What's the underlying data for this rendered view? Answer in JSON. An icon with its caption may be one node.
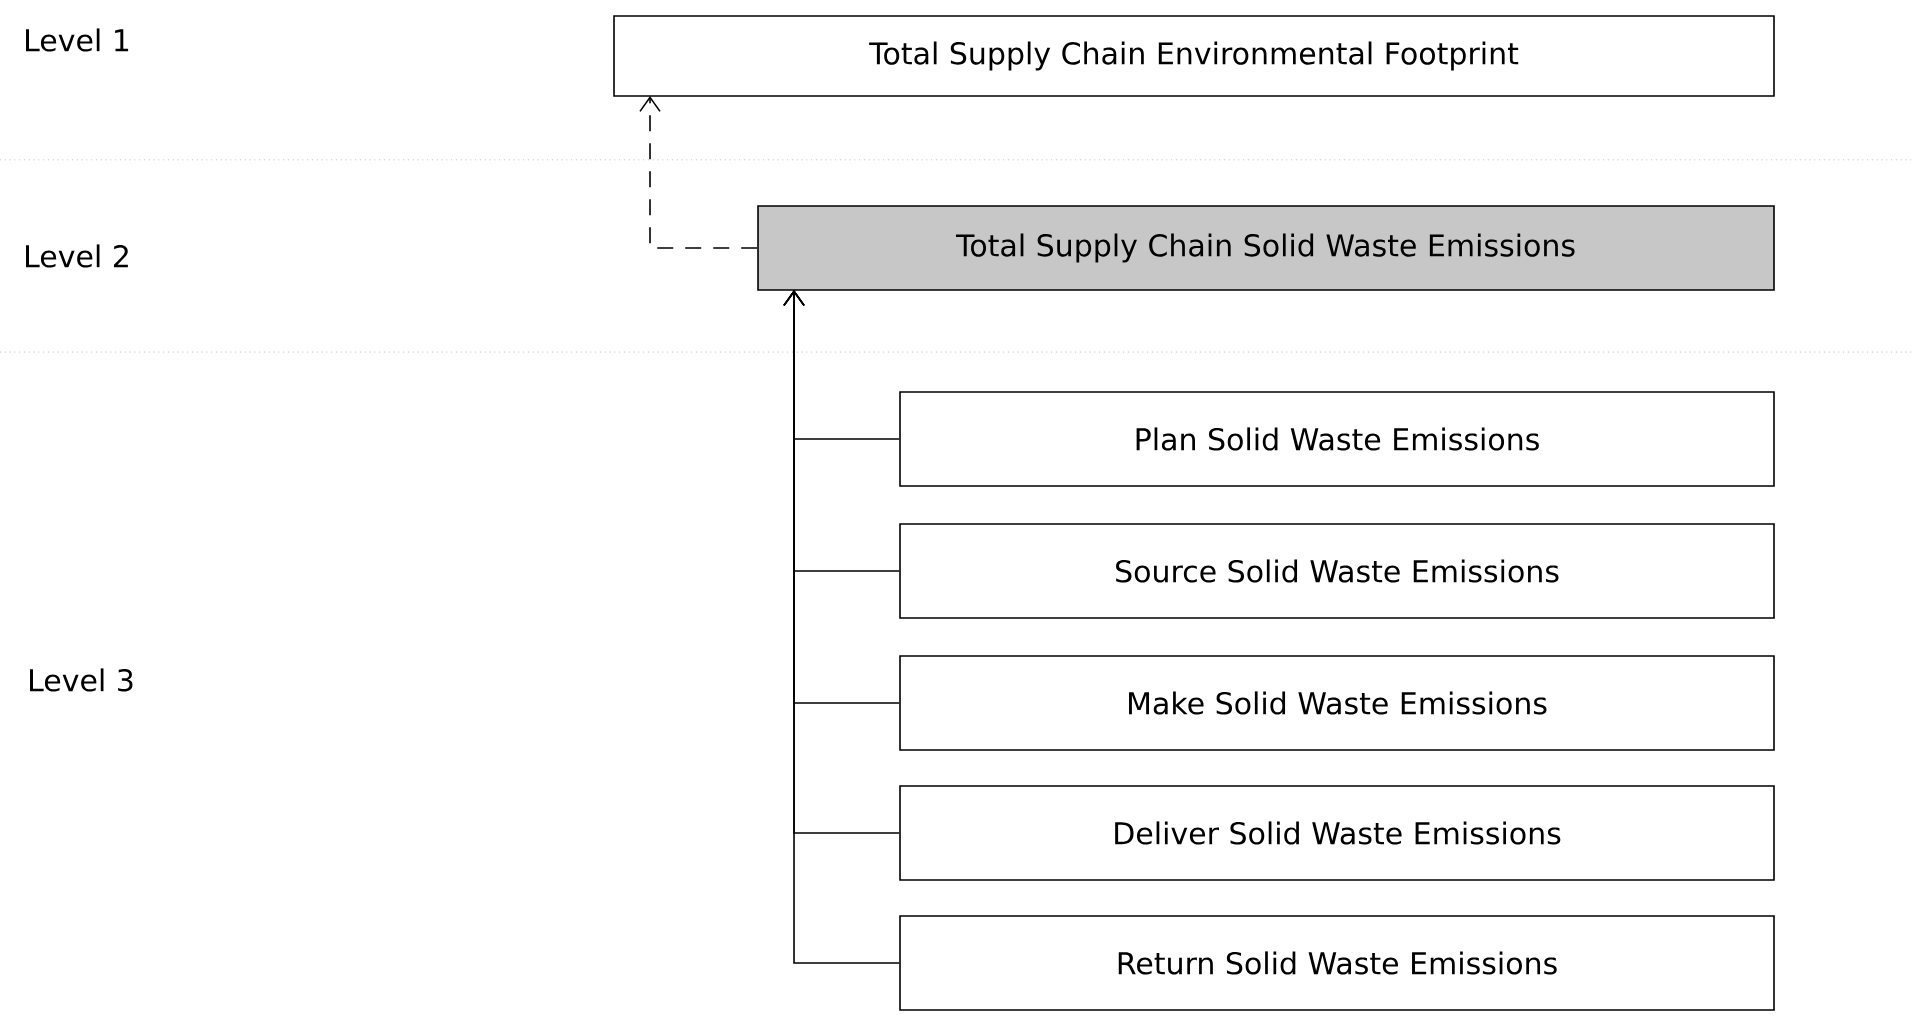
{
  "diagram": {
    "nodes": [
      {
        "text": [
          "Total Supply Chain Environmental Footprint"
        ]
      },
      {
        "text": [
          "Total Supply Chain Solid Waste Emissions"
        ]
      },
      {
        "text": [
          "Plan Solid Waste Emissions"
        ]
      },
      {
        "text": [
          "Source Solid Waste Emissions"
        ]
      },
      {
        "text": [
          "Make Solid Waste Emissions"
        ]
      },
      {
        "text": [
          "Deliver Solid Waste Emissions"
        ]
      },
      {
        "text": [
          "Return Solid Waste Emissions"
        ]
      }
    ],
    "edges": [
      {
        "from": 1,
        "to": 0,
        "arrow": "to",
        "style": "dashed"
      },
      {
        "from": 2,
        "to": 1,
        "arrow": "to"
      },
      {
        "from": 3,
        "to": 1,
        "arrow": "to"
      },
      {
        "from": 4,
        "to": 1,
        "arrow": "to"
      },
      {
        "from": 5,
        "to": 1,
        "arrow": "to"
      },
      {
        "from": 6,
        "to": 1,
        "arrow": "to"
      }
    ],
    "labels": [
      "Level 1",
      "Level 2",
      "Level 3"
    ]
  }
}
